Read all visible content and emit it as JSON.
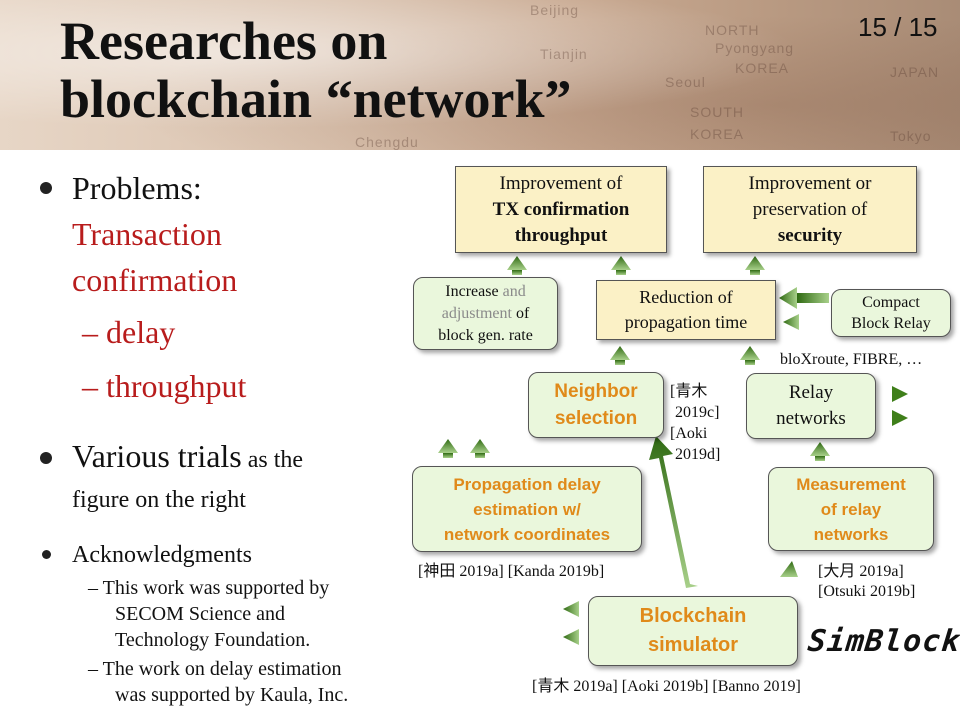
{
  "header": {
    "title_line1": "Researches on",
    "title_line2": "blockchain “network”",
    "page": "15 / 15",
    "map_labels": [
      "Beijing",
      "NORTH",
      "Pyongyang",
      "KOREA",
      "Tianjin",
      "Seoul",
      "SOUTH",
      "KOREA",
      "JAPAN",
      "Tokyo",
      "Chengdu"
    ]
  },
  "left": {
    "problems_label": "Problems:",
    "problems_red_1": "Transaction",
    "problems_red_2": "confirmation",
    "dash_1": "– delay",
    "dash_2": "– throughput",
    "trials_big": "Various trials",
    "trials_small": " as the",
    "trials_line2": "figure on the right",
    "ack_label": "Acknowledgments",
    "ack_1_lines": [
      "–  This work was supported by",
      "SECOM Science and",
      "Technology Foundation."
    ],
    "ack_2_lines": [
      "–  The work on delay estimation",
      "was supported by Kaula, Inc."
    ]
  },
  "diagram": {
    "tx": {
      "l1": "Improvement of",
      "l2": "TX confirmation",
      "l3": "throughput"
    },
    "sec": {
      "l1": "Improvement or",
      "l2": "preservation of",
      "l3": "security"
    },
    "inc": {
      "l1a": "Increase ",
      "l1b": "and",
      "l2a": "adjustment",
      "l2b": " of",
      "l3": "block gen. rate"
    },
    "red": {
      "l1": "Reduction of",
      "l2": "propagation time"
    },
    "cbr": {
      "l1": "Compact",
      "l2": "Block Relay"
    },
    "bloxroute": "bloXroute, FIBRE, …",
    "nb": {
      "l1": "Neighbor",
      "l2": "selection"
    },
    "nb_cite": [
      "[青木",
      "2019c]",
      "[Aoki",
      "2019d]"
    ],
    "relay": {
      "l1": "Relay",
      "l2": "networks"
    },
    "prop": {
      "l1": "Propagation delay",
      "l2": "estimation w/",
      "l3": "network coordinates"
    },
    "prop_cite": "[神田 2019a] [Kanda 2019b]",
    "meas": {
      "l1": "Measurement",
      "l2": "of relay",
      "l3": "networks"
    },
    "meas_cite": [
      "[大月 2019a]",
      "[Otsuki 2019b]"
    ],
    "sim": {
      "l1": "Blockchain",
      "l2": "simulator"
    },
    "sim_cite": "[青木 2019a] [Aoki 2019b] [Banno 2019]",
    "logo": "SimBlock"
  },
  "colors": {
    "red_text": "#b81c1c",
    "orange_text": "#e08a1a",
    "arrow_green": "#3f7f1a",
    "gray_text": "#8a8a8a"
  }
}
